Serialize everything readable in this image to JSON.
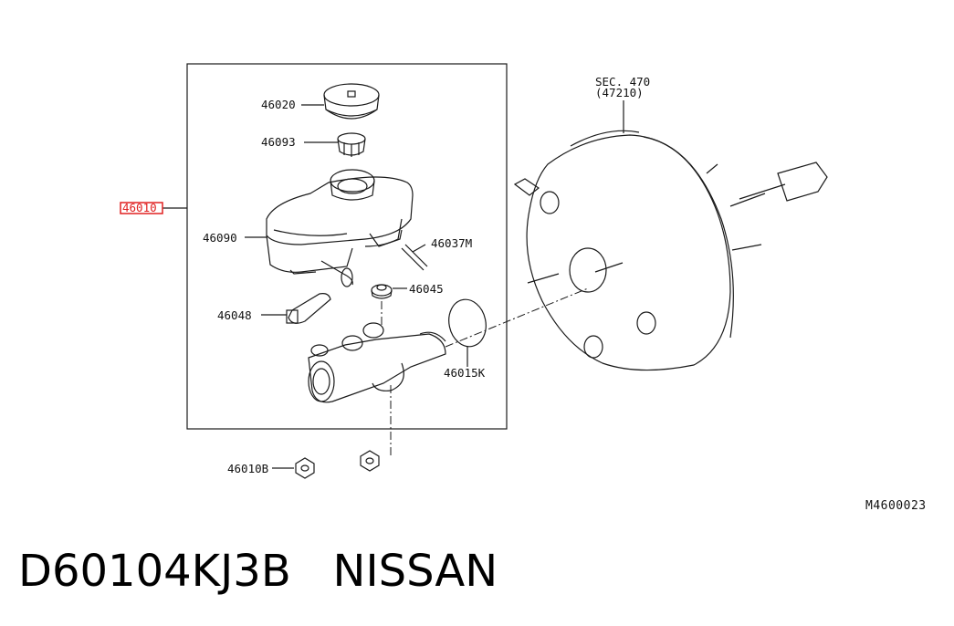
{
  "callouts": {
    "assembly": "46010",
    "cap": "46020",
    "strainer": "46093",
    "reservoir": "46090",
    "pin": "46037M",
    "grommet": "46045",
    "seal": "46048",
    "oring": "46015K",
    "nut": "46010B",
    "sec": "SEC. 470",
    "booster": "(47210)"
  },
  "diagram_code": "M4600023",
  "caption": "D60104KJ3B   NISSAN",
  "highlight_color": "#e02020"
}
